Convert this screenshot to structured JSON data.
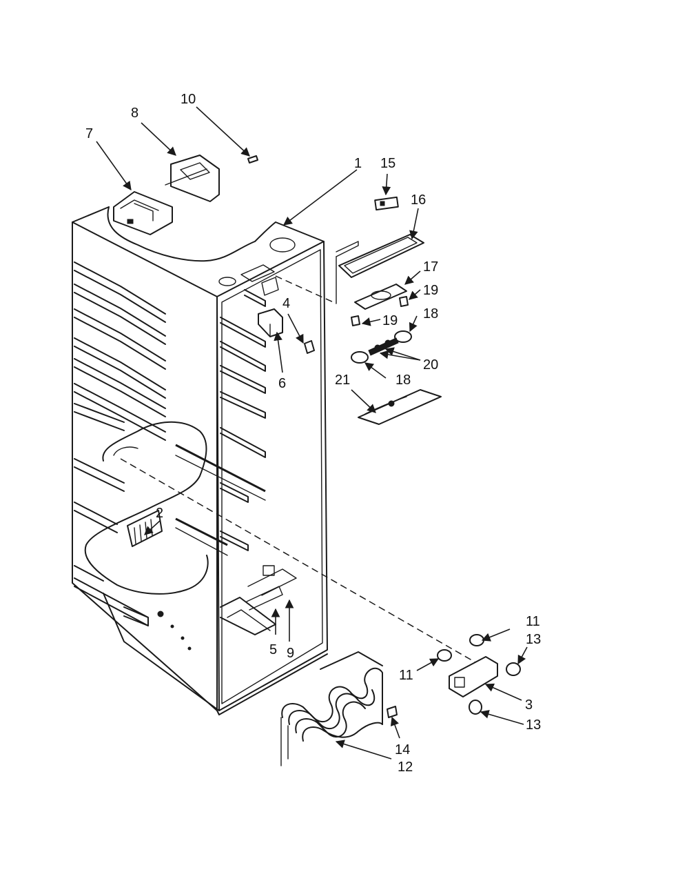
{
  "callouts": [
    {
      "id": "c1",
      "label": "1"
    },
    {
      "id": "c2",
      "label": "2"
    },
    {
      "id": "c3",
      "label": "3"
    },
    {
      "id": "c4",
      "label": "4"
    },
    {
      "id": "c5",
      "label": "5"
    },
    {
      "id": "c6",
      "label": "6"
    },
    {
      "id": "c7",
      "label": "7"
    },
    {
      "id": "c8",
      "label": "8"
    },
    {
      "id": "c9",
      "label": "9"
    },
    {
      "id": "c10",
      "label": "10"
    },
    {
      "id": "c11a",
      "label": "11"
    },
    {
      "id": "c11b",
      "label": "11"
    },
    {
      "id": "c12",
      "label": "12"
    },
    {
      "id": "c13a",
      "label": "13"
    },
    {
      "id": "c13b",
      "label": "13"
    },
    {
      "id": "c14",
      "label": "14"
    },
    {
      "id": "c15",
      "label": "15"
    },
    {
      "id": "c16",
      "label": "16"
    },
    {
      "id": "c17",
      "label": "17"
    },
    {
      "id": "c18a",
      "label": "18"
    },
    {
      "id": "c18b",
      "label": "18"
    },
    {
      "id": "c19a",
      "label": "19"
    },
    {
      "id": "c19b",
      "label": "19"
    },
    {
      "id": "c20",
      "label": "20"
    },
    {
      "id": "c21",
      "label": "21"
    }
  ]
}
